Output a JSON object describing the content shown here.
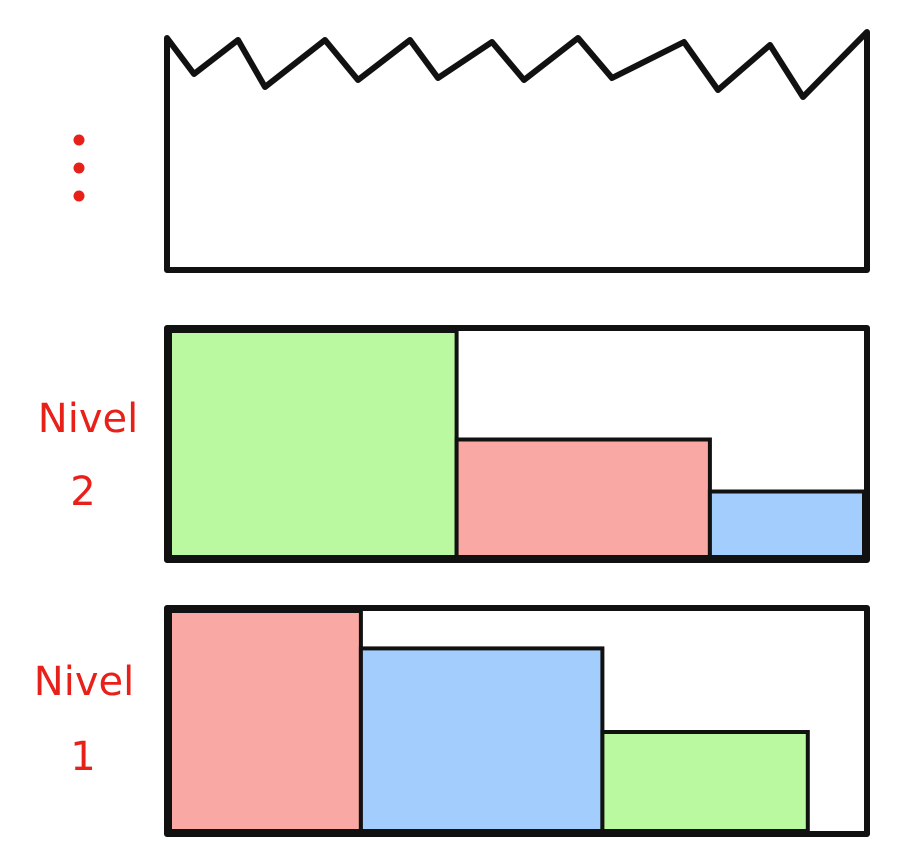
{
  "colors": {
    "ink": "#111111",
    "label": "#e8201a",
    "green": "#baf9a0",
    "red": "#f9a8a3",
    "blue": "#a3cdfc"
  },
  "labels": {
    "ellipsis": "⋮",
    "level2": {
      "line1": "Nivel",
      "line2": "2"
    },
    "level1": {
      "line1": "Nivel",
      "line2": "1"
    }
  },
  "levels": [
    {
      "name": "level-2",
      "blocks": [
        {
          "color": "green",
          "width_fraction": 0.413,
          "fill_fraction": 1.0
        },
        {
          "color": "red",
          "width_fraction": 0.365,
          "fill_fraction": 0.52
        },
        {
          "color": "blue",
          "width_fraction": 0.222,
          "fill_fraction": 0.29
        }
      ]
    },
    {
      "name": "level-1",
      "blocks": [
        {
          "color": "red",
          "width_fraction": 0.275,
          "fill_fraction": 1.0
        },
        {
          "color": "blue",
          "width_fraction": 0.348,
          "fill_fraction": 0.83
        },
        {
          "color": "green",
          "width_fraction": 0.296,
          "fill_fraction": 0.45
        }
      ]
    }
  ]
}
